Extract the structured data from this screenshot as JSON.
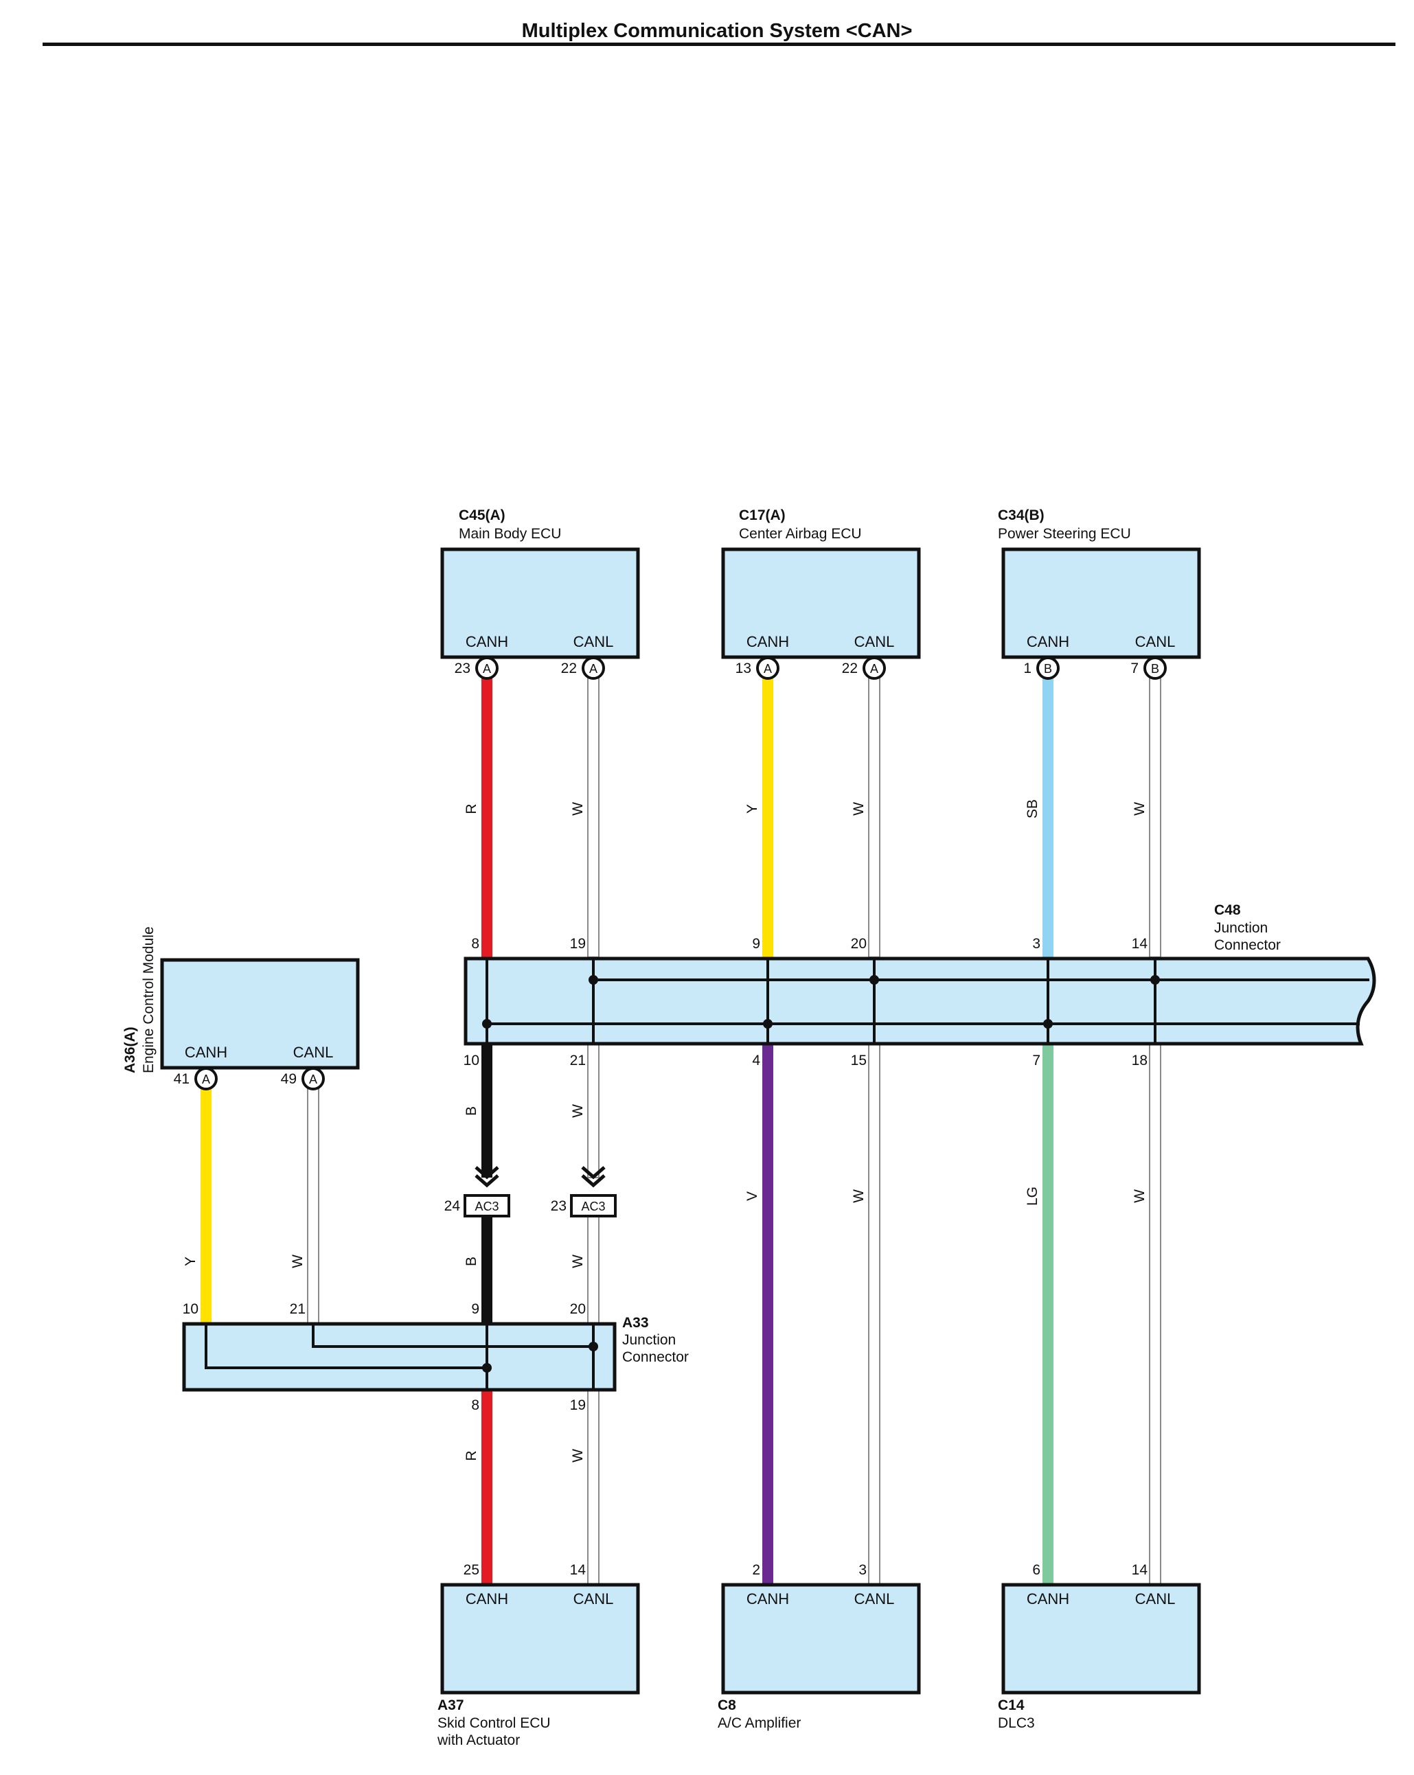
{
  "title": "Multiplex Communication System <CAN>",
  "wire_colors": {
    "R": "#e31b23",
    "Y": "#ffe200",
    "SB": "#8fd5f3",
    "B": "#111111",
    "V": "#6a2a92",
    "LG": "#7ec99d",
    "W": "#ffffff"
  },
  "components": {
    "c45": {
      "code": "C45(A)",
      "name": "Main Body ECU",
      "canh": "CANH",
      "canl": "CANL",
      "pin_h": "23",
      "pin_l": "22",
      "circle": "A"
    },
    "c17": {
      "code": "C17(A)",
      "name": "Center Airbag ECU",
      "canh": "CANH",
      "canl": "CANL",
      "pin_h": "13",
      "pin_l": "22",
      "circle": "A"
    },
    "c34": {
      "code": "C34(B)",
      "name": "Power Steering ECU",
      "canh": "CANH",
      "canl": "CANL",
      "pin_h": "1",
      "pin_l": "7",
      "circle": "B"
    },
    "a36": {
      "code": "A36(A)",
      "name": "Engine Control Module",
      "canh": "CANH",
      "canl": "CANL",
      "pin_h": "41",
      "pin_l": "49",
      "circle": "A"
    },
    "c48": {
      "code": "C48",
      "name_line1": "Junction",
      "name_line2": "Connector",
      "top_pins": [
        "8",
        "19",
        "9",
        "20",
        "3",
        "14"
      ],
      "bottom_pins": [
        "10",
        "21",
        "4",
        "15",
        "7",
        "18"
      ]
    },
    "a33": {
      "code": "A33",
      "name_line1": "Junction",
      "name_line2": "Connector",
      "top_pins": [
        "10",
        "21",
        "9",
        "20"
      ],
      "bottom_pins": [
        "8",
        "19"
      ]
    },
    "ac3": {
      "label": "AC3",
      "pin_b": "24",
      "pin_w": "23"
    },
    "a37": {
      "code": "A37",
      "name_line1": "Skid Control ECU",
      "name_line2": "with Actuator",
      "canh": "CANH",
      "canl": "CANL",
      "pin_h": "25",
      "pin_l": "14"
    },
    "c8": {
      "code": "C8",
      "name": "A/C Amplifier",
      "canh": "CANH",
      "canl": "CANL",
      "pin_h": "2",
      "pin_l": "3"
    },
    "c14": {
      "code": "C14",
      "name": "DLC3",
      "canh": "CANH",
      "canl": "CANL",
      "pin_h": "6",
      "pin_l": "14"
    }
  },
  "wire_labels": {
    "c45_h": "R",
    "c45_l": "W",
    "c17_h": "Y",
    "c17_l": "W",
    "c34_h": "SB",
    "c34_l": "W",
    "c48_b": "B",
    "c48_w21": "W",
    "c48_v": "V",
    "c48_w15": "W",
    "c48_lg": "LG",
    "c48_w18": "W",
    "ac3_b": "B",
    "ac3_w": "W",
    "a36_h": "Y",
    "a36_l": "W",
    "a33_r": "R",
    "a33_w": "W"
  }
}
